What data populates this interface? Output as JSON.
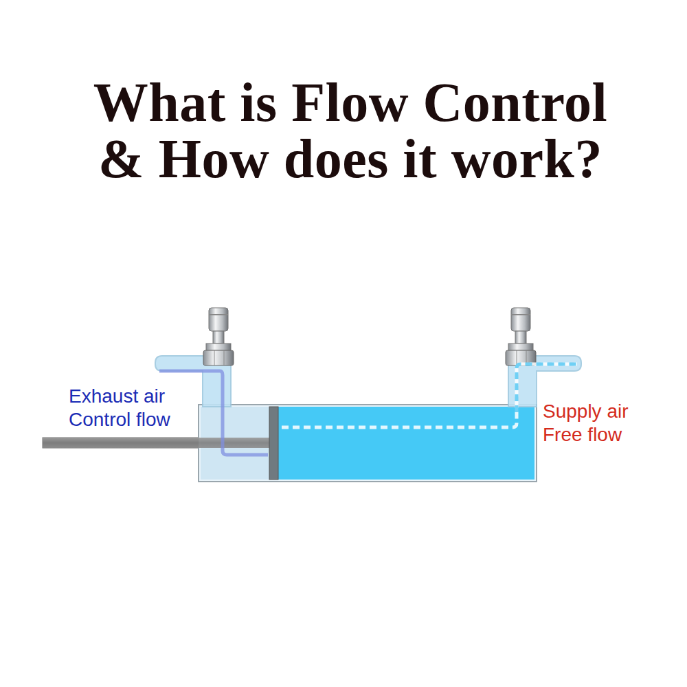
{
  "diagram": {
    "title": "What is Flow Control & How does it work?",
    "labels": [
      "Exhaust air Control flow",
      "Supply air Free flow"
    ]
  }
}
